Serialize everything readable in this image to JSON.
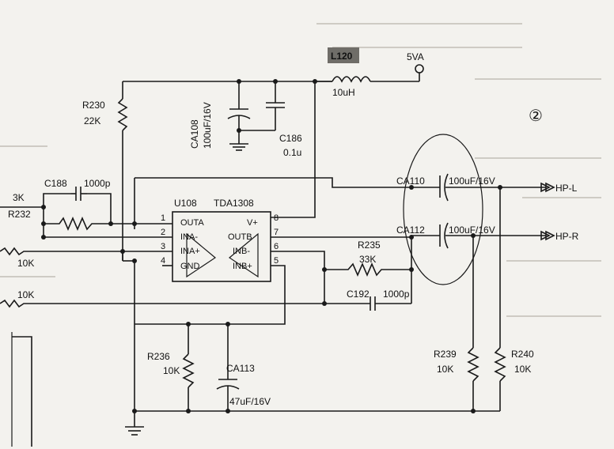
{
  "parts": {
    "r230": {
      "ref": "R230",
      "value": "22K"
    },
    "ca108": {
      "ref": "CA108",
      "value": "100uF/16V"
    },
    "c186": {
      "ref": "C186",
      "value": "0.1u"
    },
    "l120": {
      "ref": "L120",
      "value": "10uH"
    },
    "c188": {
      "ref": "C188",
      "value": "1000p"
    },
    "u108": {
      "ref": "U108",
      "value": "TDA1308"
    },
    "ca110": {
      "ref": "CA110",
      "value": "100uF/16V"
    },
    "ca112": {
      "ref": "CA112",
      "value": "100uF/16V"
    },
    "r235": {
      "ref": "R235",
      "value": "33K"
    },
    "c192": {
      "ref": "C192",
      "value": "1000p"
    },
    "r236": {
      "ref": "R236",
      "value": "10K"
    },
    "ca113": {
      "ref": "CA113",
      "value": "47uF/16V"
    },
    "r239": {
      "ref": "R239",
      "value": "10K"
    },
    "r240": {
      "ref": "R240",
      "value": "10K"
    }
  },
  "ic": {
    "pins_left": [
      {
        "num": "1",
        "name": "OUTA"
      },
      {
        "num": "2",
        "name": "INA-"
      },
      {
        "num": "3",
        "name": "INA+"
      },
      {
        "num": "4",
        "name": "GND"
      }
    ],
    "pins_right": [
      {
        "num": "8",
        "name": "V+"
      },
      {
        "num": "7",
        "name": "OUTB"
      },
      {
        "num": "6",
        "name": "INB-"
      },
      {
        "num": "5",
        "name": "INB+"
      }
    ]
  },
  "rails": {
    "supply": "5VA"
  },
  "outputs": {
    "left": "HP-L",
    "right": "HP-R"
  },
  "edge_labels": {
    "top_left_partial": "3K",
    "ref_partial": "R232",
    "r_a": "10K",
    "r_b": "10K"
  },
  "page_marker": "②"
}
